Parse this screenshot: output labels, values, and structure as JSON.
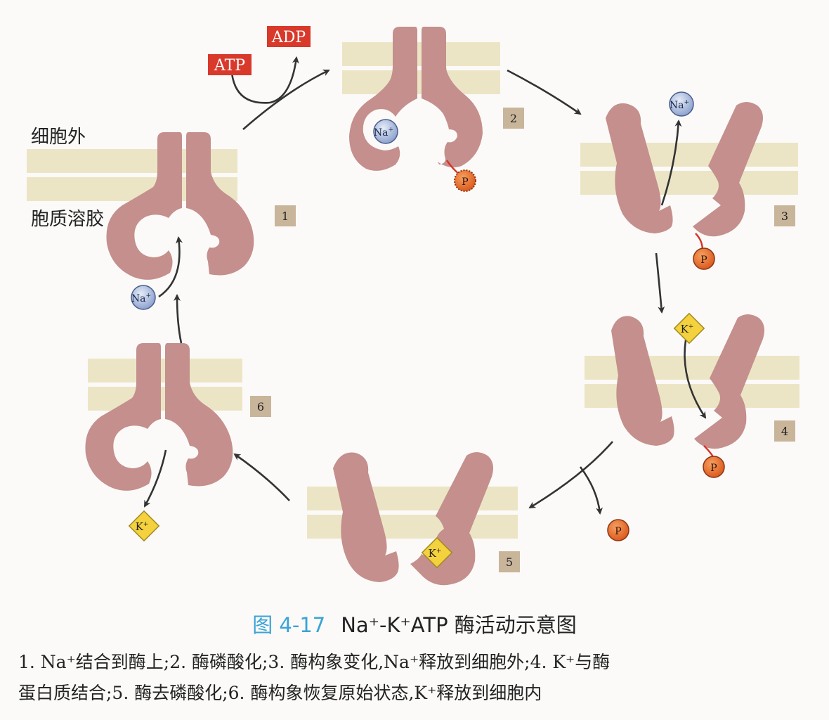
{
  "labels": {
    "outside": "细胞外",
    "cytosol": "胞质溶胶",
    "atp": "ATP",
    "adp": "ADP",
    "na": "Na",
    "k": "K",
    "plus": "+",
    "p": "P"
  },
  "steps": [
    "1",
    "2",
    "3",
    "4",
    "5",
    "6"
  ],
  "caption": {
    "fig_no": "图 4-17",
    "title": "Na⁺-K⁺ATP 酶活动示意图"
  },
  "legend": {
    "line1": "1. Na⁺结合到酶上;2. 酶磷酸化;3. 酶构象变化,Na⁺释放到细胞外;4. K⁺与酶",
    "line2": "蛋白质结合;5. 酶去磷酸化;6. 酶构象恢复原始状态,K⁺释放到细胞内"
  },
  "colors": {
    "protein": "#c48f8c",
    "membrane": "#ece5c5",
    "sodium": "#a8b8dc",
    "potassium": "#f4d23e",
    "phosphate": "#e8682a",
    "atp_box": "#d8392b",
    "step_box": "#c8b59a",
    "caption_accent": "#3aa3d6"
  }
}
